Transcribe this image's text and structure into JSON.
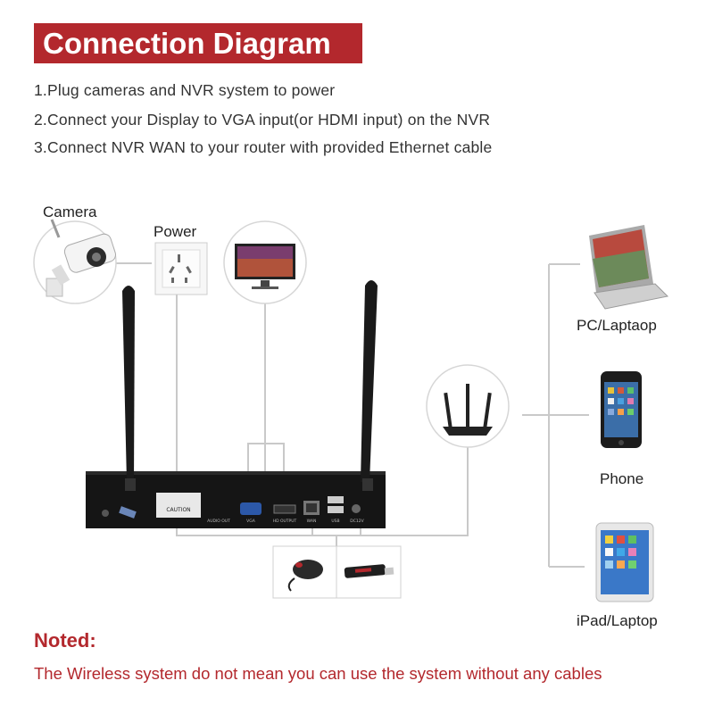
{
  "title": "Connection Diagram",
  "steps": [
    "1.Plug cameras and NVR system to power",
    "2.Connect your Display to VGA input(or HDMI input) on the NVR",
    "3.Connect NVR WAN to your router with provided Ethernet cable"
  ],
  "labels": {
    "camera": "Camera",
    "power": "Power",
    "pc": "PC/Laptaop",
    "phone": "Phone",
    "ipad": "iPad/Laptop"
  },
  "nvr_panel": {
    "caution": "CAUTION",
    "audio_out": "AUDIO OUT",
    "vga": "VGA",
    "hd_output": "HD OUTPUT",
    "wan": "WAN",
    "usb": "USB",
    "dc12v": "DC12V"
  },
  "note": {
    "heading": "Noted:",
    "text": "The Wireless system do not mean you can use the system without any cables"
  },
  "colors": {
    "accent": "#b3282d",
    "connector": "#c9c9c9"
  },
  "icons": [
    "camera-icon",
    "power-socket-icon",
    "monitor-icon",
    "nvr-icon",
    "router-icon",
    "mouse-icon",
    "usb-drive-icon",
    "laptop-icon",
    "phone-icon",
    "tablet-icon"
  ]
}
